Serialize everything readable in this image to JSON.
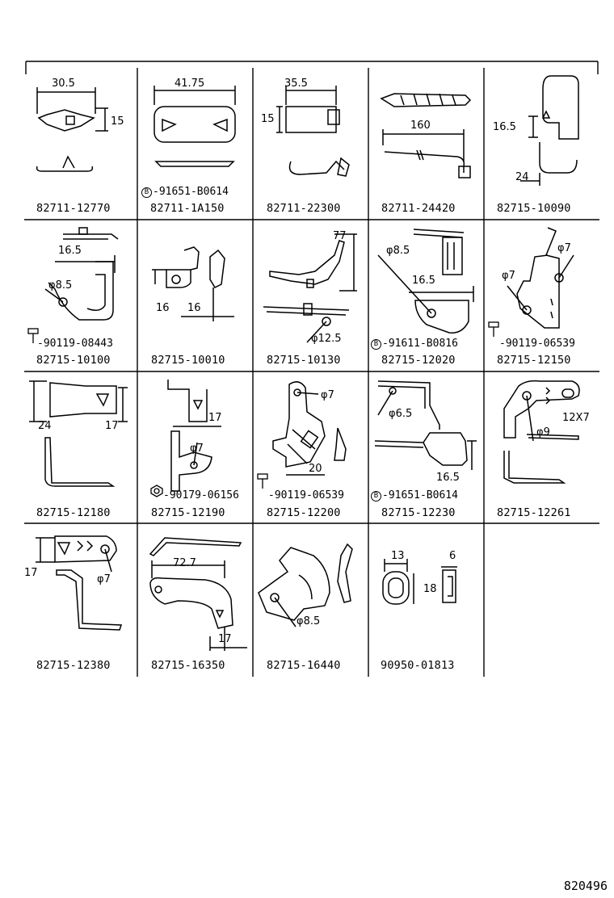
{
  "sheet_code": "820496",
  "cells": [
    {
      "part_number": "82711-12770",
      "dims": [
        "30.5",
        "15"
      ]
    },
    {
      "part_number": "82711-1A150",
      "dims": [
        "41.75"
      ],
      "sub_part": "91651-B0614",
      "sub_mark": "B"
    },
    {
      "part_number": "82711-22300",
      "dims": [
        "35.5",
        "15"
      ]
    },
    {
      "part_number": "82711-24420",
      "dims": [
        "160"
      ]
    },
    {
      "part_number": "82715-10090",
      "dims": [
        "16.5",
        "24"
      ]
    },
    {
      "part_number": "82715-10100",
      "dims": [
        "16.5",
        "φ8.5"
      ],
      "sub_part": "90119-08443"
    },
    {
      "part_number": "82715-10010",
      "dims": [
        "16",
        "16"
      ]
    },
    {
      "part_number": "82715-10130",
      "dims": [
        "77",
        "φ12.5"
      ]
    },
    {
      "part_number": "82715-12020",
      "dims": [
        "φ8.5",
        "16.5"
      ],
      "sub_part": "91611-B0816",
      "sub_mark": "B"
    },
    {
      "part_number": "82715-12150",
      "dims": [
        "φ7",
        "φ7"
      ],
      "sub_part": "90119-06539"
    },
    {
      "part_number": "82715-12180",
      "dims": [
        "24",
        "17"
      ]
    },
    {
      "part_number": "82715-12190",
      "dims": [
        "17",
        "φ7"
      ],
      "sub_part": "90179-06156"
    },
    {
      "part_number": "82715-12200",
      "dims": [
        "φ7",
        "20"
      ],
      "sub_part": "90119-06539"
    },
    {
      "part_number": "82715-12230",
      "dims": [
        "φ6.5",
        "16.5"
      ],
      "sub_part": "91651-B0614",
      "sub_mark": "B"
    },
    {
      "part_number": "82715-12261",
      "dims": [
        "12X7",
        "φ9"
      ]
    },
    {
      "part_number": "82715-12380",
      "dims": [
        "17",
        "φ7"
      ]
    },
    {
      "part_number": "82715-16350",
      "dims": [
        "72.7",
        "17"
      ]
    },
    {
      "part_number": "82715-16440",
      "dims": [
        "φ8.5"
      ]
    },
    {
      "part_number": "90950-01813",
      "dims": [
        "13",
        "6",
        "18"
      ]
    }
  ]
}
